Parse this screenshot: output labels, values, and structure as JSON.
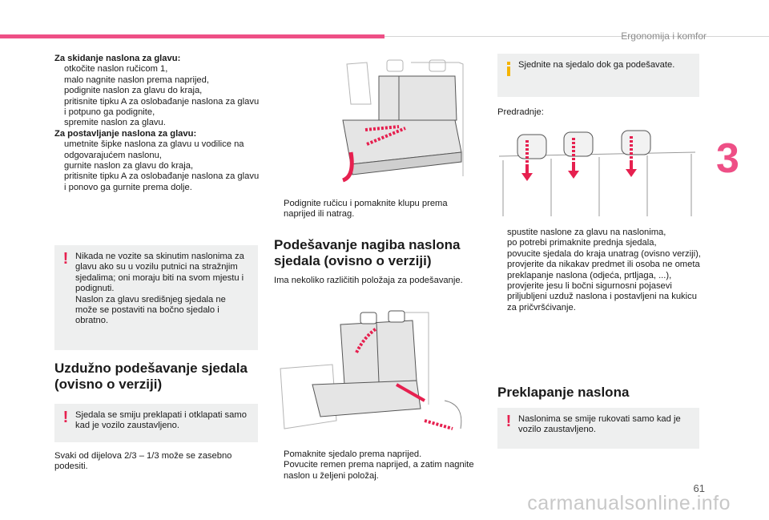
{
  "header": {
    "title": "Ergonomija i komfor",
    "chapter": "3",
    "page_number": "61",
    "watermark": "carmanualsonline.info"
  },
  "col1": {
    "removal_heading": "Za skidanje naslona za glavu:",
    "removal_steps": [
      "otkočite naslon ručicom 1,",
      "malo nagnite naslon prema naprijed,",
      "podignite naslon za glavu do kraja,",
      "pritisnite tipku A za oslobađanje naslona za glavu i potpuno ga podignite,",
      "spremite naslon za glavu."
    ],
    "install_heading": "Za postavljanje naslona za glavu:",
    "install_steps": [
      "umetnite šipke naslona za glavu u vodilice na odgovarajućem naslonu,",
      "gurnite naslon za glavu do kraja,",
      "pritisnite tipku A za oslobađanje naslona za glavu i ponovo ga gurnite prema dolje."
    ],
    "warning1_lines": [
      "Nikada ne vozite sa skinutim naslonima za glavu ako su u vozilu putnici na stražnjim sjedalima; oni moraju biti na svom mjestu i podignuti.",
      "Naslon za glavu središnjeg sjedala ne može se postaviti na bočno sjedalo i obratno."
    ],
    "section_title": "Uzdužno podešavanje sjedala (ovisno o verziji)",
    "warning2": "Sjedala se smiju preklapati i otklapati samo kad je vozilo zaustavljeno.",
    "para": "Svaki od dijelova 2/3 – 1/3 može se zasebno podesiti."
  },
  "col2": {
    "bullet1": "Podignite ručicu i pomaknite klupu prema naprijed ili natrag.",
    "section_title": "Podešavanje nagiba naslona sjedala (ovisno o verziji)",
    "para": "Ima nekoliko različitih položaja za podešavanje.",
    "bullets2": [
      "Pomaknite sjedalo prema naprijed.",
      "Povucite remen prema naprijed, a zatim nagnite naslon u željeni položaj."
    ]
  },
  "col3": {
    "info": "Sjednite na sjedalo dok ga podešavate.",
    "prereq_label": "Predradnje:",
    "bullets": [
      "spustite naslone za glavu na naslonima,",
      "po potrebi primaknite prednja sjedala,",
      "povucite sjedala do kraja unatrag (ovisno verziji),",
      "provjerite da nikakav predmet ili osoba ne ometa preklapanje naslona (odjeća, prtljaga, ...),",
      "provjerite jesu li bočni sigurnosni pojasevi priljubljeni uzduž naslona i postavljeni na kukicu za pričvršćivanje."
    ],
    "section_title": "Preklapanje naslona",
    "warning": "Naslonima se smije rukovati samo kad je vozilo zaustavljeno."
  },
  "bullet_mark": "",
  "colors": {
    "accent": "#ee4f86",
    "warning": "#e6204f",
    "box": "#eeefef",
    "info_bar": "#f5b400"
  }
}
